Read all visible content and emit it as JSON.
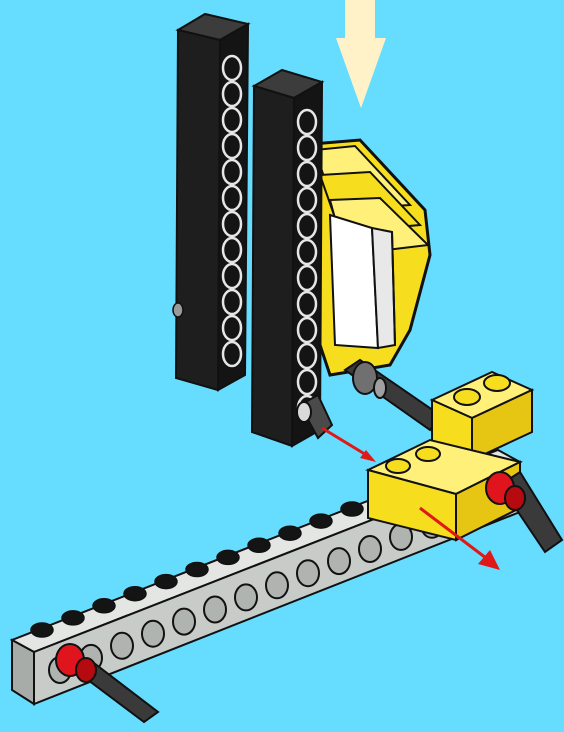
{
  "illustration": {
    "subject": "lego-technic-build-step",
    "colors": {
      "background": "#66DDFF",
      "beam_black": "#141414",
      "beam_grey": "#C8CCC8",
      "brick_yellow": "#F6DE1E",
      "brick_yellow_light": "#FFF07A",
      "insert_white": "#FFFFFF",
      "axle_dark": "#3A3A3A",
      "bush_red": "#E0141C",
      "arrow_cream": "#FFF2C8",
      "arrow_red": "#E01818"
    },
    "icons": {
      "down_arrow": "insertion-direction-arrow",
      "motion_arrows": "movement-arrow"
    },
    "parts_shown": [
      "black-liftarm",
      "black-liftarm",
      "grey-liftarm",
      "yellow-brick-1x2",
      "yellow-plate-1x2",
      "yellow-panel",
      "red-bush",
      "red-bush",
      "dark-axle"
    ]
  }
}
